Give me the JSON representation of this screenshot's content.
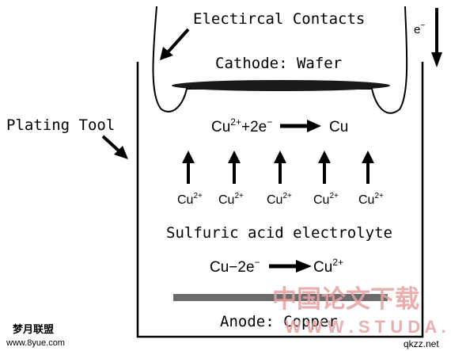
{
  "labels": {
    "electrical_contacts": "Electircal Contacts",
    "electron": "e",
    "cathode": "Cathode: Wafer",
    "plating_tool": "Plating Tool",
    "cathode_reaction": {
      "ion": "Cu",
      "ion_charge": "2+",
      "mid": "+2e",
      "minus": "−",
      "product": "Cu"
    },
    "ions": [
      {
        "base": "Cu",
        "charge": "2+"
      },
      {
        "base": "Cu",
        "charge": "2+"
      },
      {
        "base": "Cu",
        "charge": "2+"
      },
      {
        "base": "Cu",
        "charge": "2+"
      },
      {
        "base": "Cu",
        "charge": "2+"
      }
    ],
    "electrolyte": "Sulfuric acid electrolyte",
    "anode_reaction": {
      "left": "Cu−2e",
      "minus": "−",
      "product": "Cu",
      "product_charge": "2+"
    },
    "anode": "Anode: Copper"
  },
  "watermarks": {
    "site_cn": "中国论文下载",
    "site_url": "W W W . S T U D A .",
    "corner_cn": "梦月联盟",
    "corner_url": "www.8yue.com",
    "corner_right": "qkzz.net"
  },
  "colors": {
    "stroke": "#000000",
    "wafer": "#1a1a1a",
    "anode": "#6b6b6b",
    "watermark": "#e8a0a0"
  }
}
